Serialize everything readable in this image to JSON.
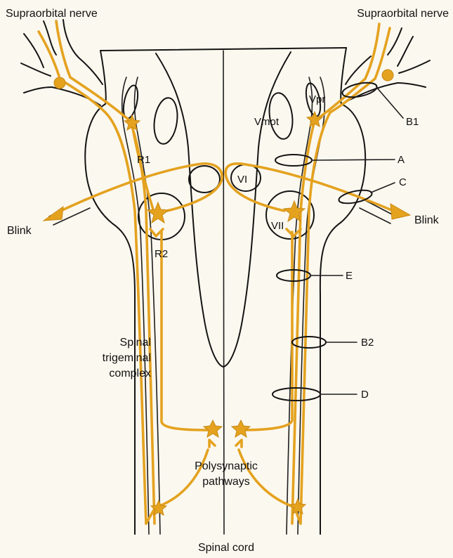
{
  "labels": {
    "supraorbital_left": "Supraorbital nerve",
    "supraorbital_right": "Supraorbital nerve",
    "vpr": "Vpr",
    "vmot": "Vmot",
    "b1": "B1",
    "r1": "R1",
    "a": "A",
    "c": "C",
    "vi": "VI",
    "blink_left": "Blink",
    "blink_right": "Blink",
    "vii": "VII",
    "r2": "R2",
    "e": "E",
    "b2": "B2",
    "d": "D",
    "spinal_trigeminal_line1": "Spinal",
    "spinal_trigeminal_line2": "trigeminal",
    "spinal_trigeminal_line3": "complex",
    "polysynaptic_line1": "Polysynaptic",
    "polysynaptic_line2": "pathways",
    "spinal_cord": "Spinal cord"
  },
  "colors": {
    "pathway": "#e4a21f",
    "outline": "#141414",
    "background": "#fbf8ef"
  }
}
